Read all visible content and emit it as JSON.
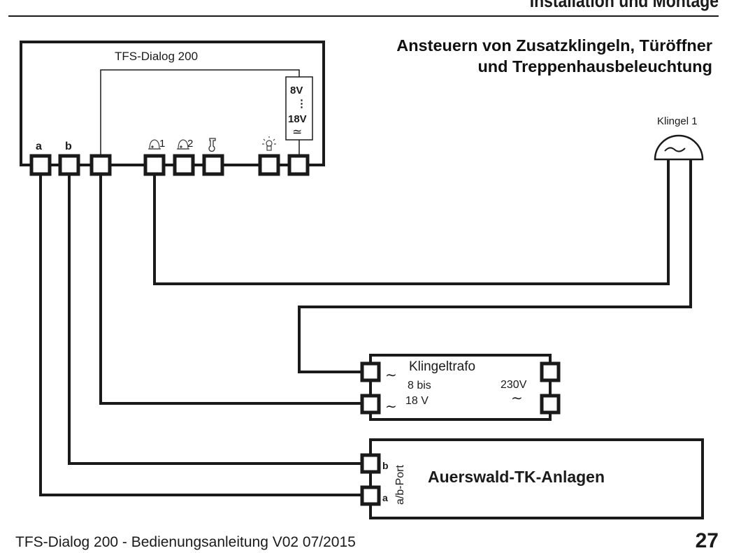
{
  "header": {
    "title": "Installation und Montage"
  },
  "section": {
    "title_line1": "Ansteuern von Zusatzklingeln, Türöffner",
    "title_line2": "und Treppenhausbeleuchtung"
  },
  "device": {
    "name": "TFS-Dialog 200",
    "terminal_a": "a",
    "terminal_b": "b",
    "bell1_index": "1",
    "bell2_index": "2",
    "voltage_top": "8V",
    "voltage_dots": "⋮",
    "voltage_bottom": "18V",
    "ac_symbol": "≃",
    "icons": [
      "bell-1-icon",
      "bell-2-icon",
      "door-opener-icon",
      "light-bulb-icon"
    ]
  },
  "bell": {
    "label": "Klingel 1"
  },
  "transformer": {
    "name": "Klingeltrafo",
    "out_line1": "8 bis",
    "out_line2": "18 V",
    "in_voltage": "230V",
    "ac_symbol": "∼"
  },
  "pbx": {
    "name": "Auerswald-TK-Anlagen",
    "port_label": "a/b-Port",
    "port_b": "b",
    "port_a": "a"
  },
  "footer": {
    "left_text": "TFS-Dialog 200 - Bedienungsanleitung V02 07/2015",
    "page_number": "27"
  }
}
